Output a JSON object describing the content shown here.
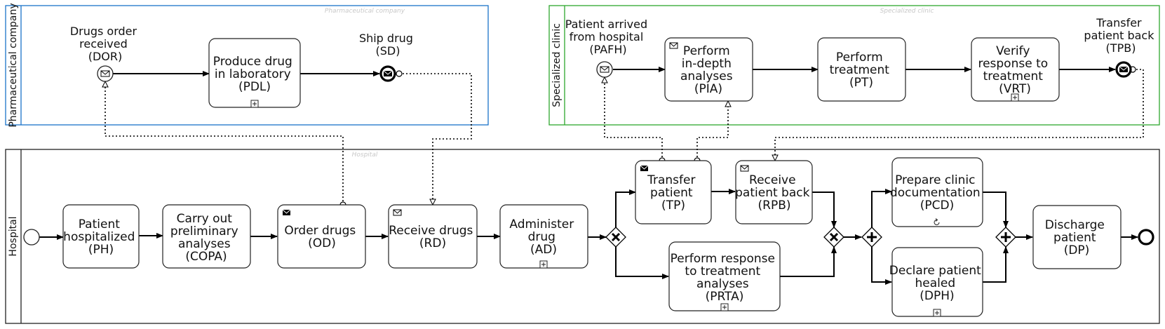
{
  "pools": {
    "pharma": {
      "label": "Pharmaceutical company",
      "watermark": "Pharmaceutical company",
      "color": "#1a73c9"
    },
    "clinic": {
      "label": "Specialized clinic",
      "watermark": "Specialized clinic",
      "color": "#2ea82e"
    },
    "hospital": {
      "label": "Hospital",
      "watermark": "Hospital",
      "color": "#222222"
    }
  },
  "events": {
    "dor": [
      "Drugs order",
      "received",
      "(DOR)"
    ],
    "sd": [
      "Ship drug",
      "(SD)"
    ],
    "pafh": [
      "Patient arrived",
      "from hospital",
      "(PAFH)"
    ],
    "tpb": [
      "Transfer",
      "patient back",
      "(TPB)"
    ]
  },
  "tasks": {
    "pdl": [
      "Produce drug",
      "in laboratory",
      "(PDL)"
    ],
    "pia": [
      "Perform",
      "in-depth",
      "analyses",
      "(PIA)"
    ],
    "pt": [
      "Perform",
      "treatment",
      "(PT)"
    ],
    "vrt": [
      "Verify",
      "response to",
      "treatment",
      "(VRT)"
    ],
    "ph": [
      "Patient",
      "hospitalized",
      "(PH)"
    ],
    "copa": [
      "Carry out",
      "preliminary",
      "analyses",
      "(COPA)"
    ],
    "od": [
      "Order drugs",
      "(OD)"
    ],
    "rd": [
      "Receive drugs",
      "(RD)"
    ],
    "ad": [
      "Administer",
      "drug",
      "(AD)"
    ],
    "tp": [
      "Transfer",
      "patient",
      "(TP)"
    ],
    "rpb": [
      "Receive",
      "patient back",
      "(RPB)"
    ],
    "prta": [
      "Perform response",
      "to treatment",
      "analyses",
      "(PRTA)"
    ],
    "pcd": [
      "Prepare clinic",
      "documentation",
      "(PCD)"
    ],
    "dph": [
      "Declare patient",
      "healed",
      "(DPH)"
    ],
    "dp": [
      "Discharge",
      "patient",
      "(DP)"
    ]
  }
}
